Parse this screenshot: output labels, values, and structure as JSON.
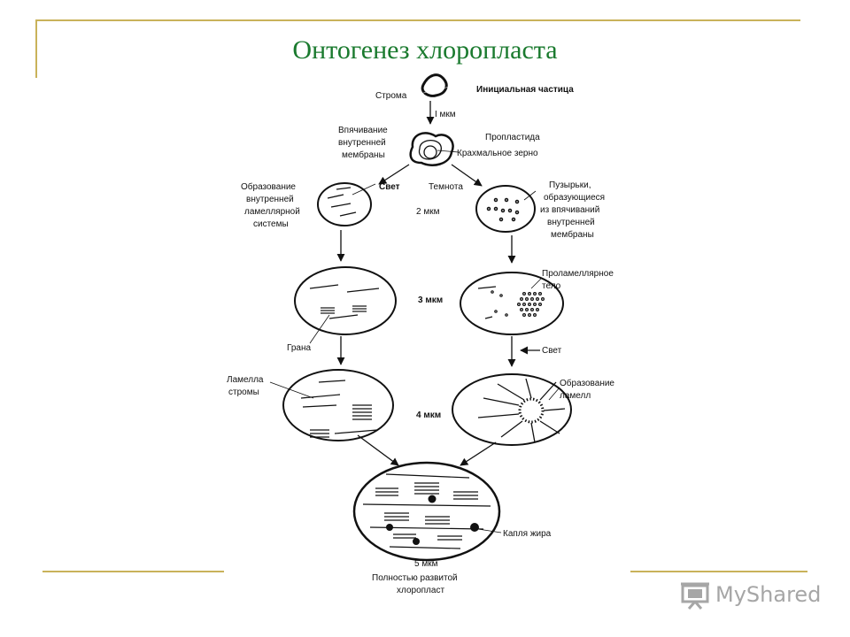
{
  "slide": {
    "title": "Онтогенез хлоропласта",
    "accent_color": "#1a7a2e",
    "rule_color": "#c9b25a"
  },
  "diagram": {
    "labels": {
      "stroma": "Строма",
      "initial_particle": "Инициальная частица",
      "one_um": "I мкм",
      "invagination_1": "Впячивание",
      "invagination_2": "внутренней",
      "invagination_3": "мембраны",
      "proplastid": "Пропластида",
      "starch_grain": "Крахмальное зерно",
      "formation_1": "Образование",
      "formation_2": "внутренней",
      "formation_3": "ламеллярной",
      "formation_4": "системы",
      "light": "Свет",
      "darkness": "Темнота",
      "two_um": "2 мкм",
      "vesicles_1": "Пузырьки,",
      "vesicles_2": "образующиеся",
      "vesicles_3": "из впячиваний",
      "vesicles_4": "внутренней",
      "vesicles_5": "мембраны",
      "prolamellar_1": "Проламеллярное",
      "prolamellar_2": "тело",
      "three_um": "3 мкм",
      "grana": "Грана",
      "light_2": "Свет",
      "stroma_lamella_1": "Ламелла",
      "stroma_lamella_2": "стромы",
      "lamella_formation_1": "Образование",
      "lamella_formation_2": "ламелл",
      "four_um": "4 мкм",
      "fat_droplet": "Капля жира",
      "five_um": "5 мкм",
      "mature_1": "Полностью развитой",
      "mature_2": "хлоропласт"
    }
  },
  "logo": {
    "text": "MyShared",
    "icon": "projector-screen-icon"
  }
}
